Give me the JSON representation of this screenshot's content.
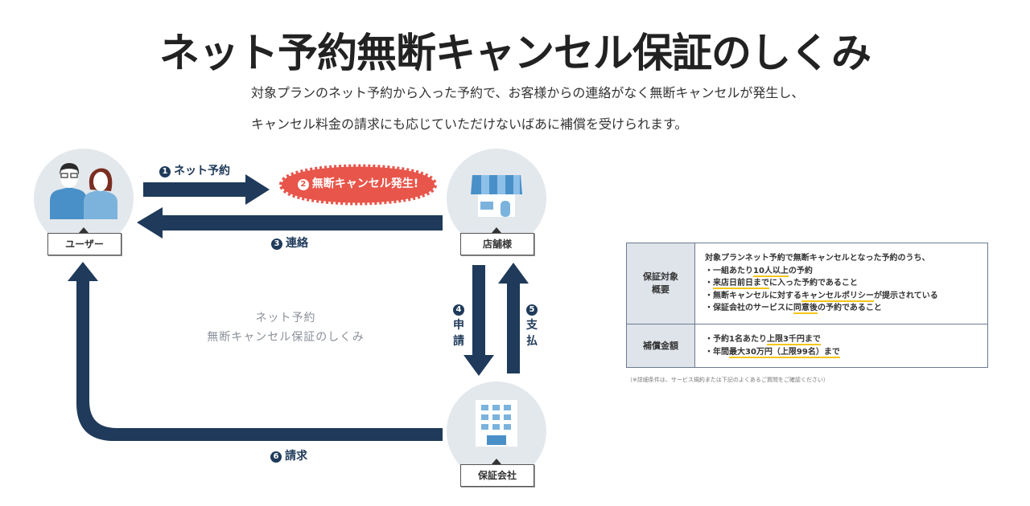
{
  "title": "ネット予約無断キャンセル保証のしくみ",
  "lead": {
    "line1": "対象プランのネット予約から入った予約で、お客様からの連絡がなく無断キャンセルが発生し、",
    "line2": "キャンセル料金の請求にも応じていただけないばあに補償を受けられます。"
  },
  "colors": {
    "arrow": "#1f3a5a",
    "burst": "#e8554a",
    "node_circle": "#e3e8ed",
    "table_header_bg": "#dfe4ea",
    "highlight": "#f5c518"
  },
  "nodes": {
    "user": {
      "label": "ユーザー",
      "icon": "users-icon"
    },
    "store": {
      "label": "店舗様",
      "icon": "store-icon"
    },
    "company": {
      "label": "保証会社",
      "icon": "building-icon"
    }
  },
  "steps": [
    {
      "num": "1",
      "label": "ネット予約"
    },
    {
      "num": "2",
      "label": "無断キャンセル発生!"
    },
    {
      "num": "3",
      "label": "連絡"
    },
    {
      "num": "4",
      "label_chars": [
        "申",
        "請"
      ]
    },
    {
      "num": "5",
      "label_chars": [
        "支",
        "払"
      ]
    },
    {
      "num": "6",
      "label": "請求"
    }
  ],
  "center_caption": {
    "line1": "ネット予約",
    "line2": "無断キャンセル保証のしくみ"
  },
  "table": {
    "rows": [
      {
        "header_line1": "保証対象",
        "header_line2": "概要",
        "intro": "対象プランネット予約で無断キャンセルとなった予約のうち、",
        "items": [
          {
            "pre": "・一組あたり",
            "hl": "10人以上",
            "post": "の予約"
          },
          {
            "pre": "・",
            "hl": "来店日前日まで",
            "post": "に入った予約であること"
          },
          {
            "pre": "・無断キャンセルに対する",
            "hl": "キャンセルポリシー",
            "post": "が提示されている"
          },
          {
            "pre": "・保証会社のサービスに",
            "hl": "同意後",
            "post": "の予約であること"
          }
        ]
      },
      {
        "header_line1": "補償金額",
        "items": [
          {
            "pre": "・予約1名あたり",
            "hl": "上限3千円まで",
            "post": ""
          },
          {
            "pre": "・年間",
            "hl": "最大30万円（上限99名）まで",
            "post": ""
          }
        ]
      }
    ],
    "footnote": "（※詳細条件は、サービス規約または下記のよくあるご質問をご確認ください）"
  }
}
